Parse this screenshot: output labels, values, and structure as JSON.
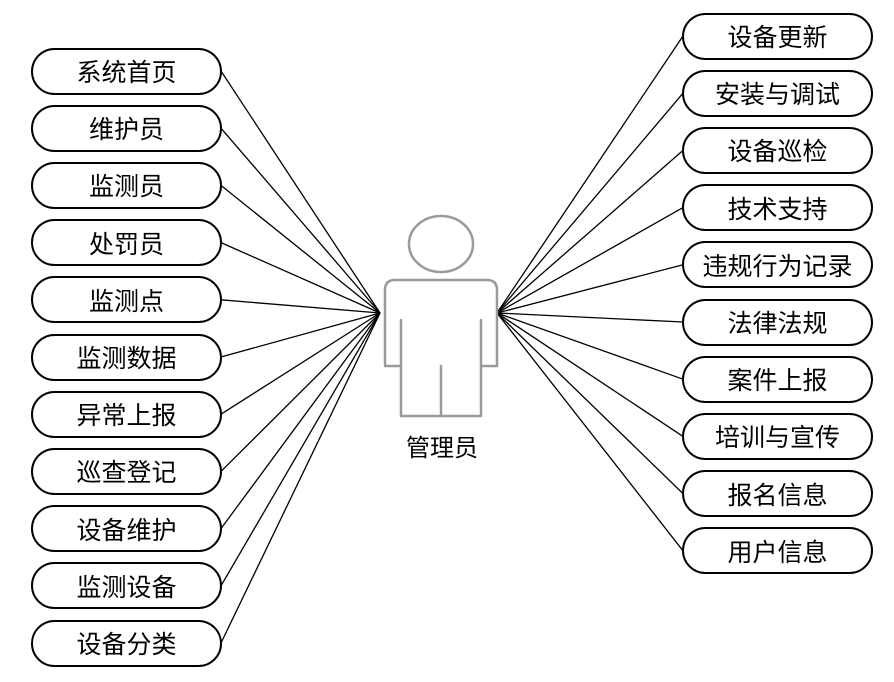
{
  "actor": {
    "label": "管理员"
  },
  "left_use_cases": [
    "系统首页",
    "维护员",
    "监测员",
    "处罚员",
    "监测点",
    "监测数据",
    "异常上报",
    "巡查登记",
    "设备维护",
    "监测设备",
    "设备分类"
  ],
  "right_use_cases": [
    "设备更新",
    "安装与调试",
    "设备巡检",
    "技术支持",
    "违规行为记录",
    "法律法规",
    "案件上报",
    "培训与宣传",
    "报名信息",
    "用户信息"
  ],
  "colors": {
    "stroke": "#000000",
    "actor_stroke": "#9a9a9a",
    "background": "#ffffff"
  }
}
